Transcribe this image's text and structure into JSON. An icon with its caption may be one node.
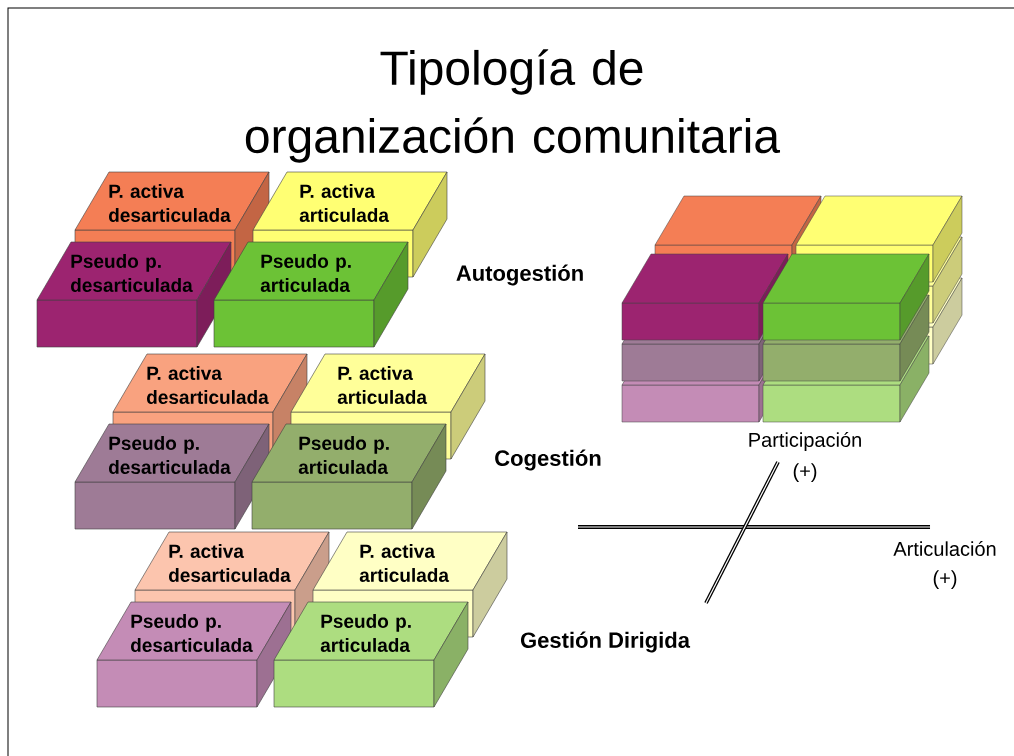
{
  "diagram": {
    "title": "Tipología de organización comunitaria",
    "nodes": [
      {
        "text": [
          "P. activa desarticulada"
        ]
      },
      {
        "text": [
          "P. activa articulada"
        ]
      },
      {
        "text": [
          "Pseudo p. desarticulada"
        ]
      },
      {
        "text": [
          "Pseudo p. articulada"
        ]
      },
      {
        "text": [
          "P. activa desarticulada"
        ]
      },
      {
        "text": [
          "P. activa articulada"
        ]
      },
      {
        "text": [
          "Pseudo p. desarticulada"
        ]
      },
      {
        "text": [
          "Pseudo p. articulada"
        ]
      },
      {
        "text": [
          "P. activa desarticulada"
        ]
      },
      {
        "text": [
          "P. activa articulada"
        ]
      },
      {
        "text": [
          "Pseudo p. desarticulada"
        ]
      },
      {
        "text": [
          "Pseudo p. articulada"
        ]
      }
    ],
    "labels": [
      "Autogestión",
      "Cogestión",
      "Gestión Dirigida",
      "Participación (+)",
      "Articulación (+)"
    ]
  }
}
